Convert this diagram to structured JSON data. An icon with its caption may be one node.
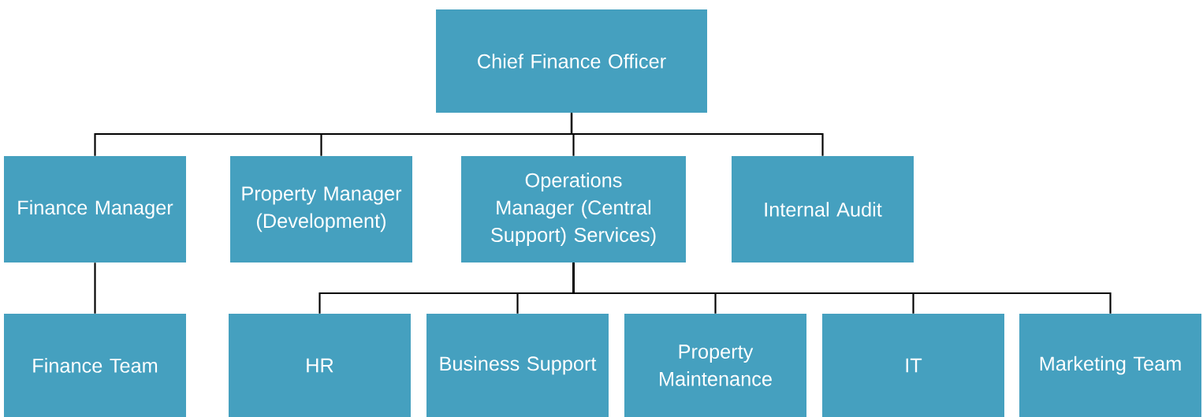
{
  "diagram": {
    "nodes": [
      {
        "text": [
          "Chief Finance Officer"
        ]
      },
      {
        "text": [
          "Finance Manager"
        ]
      },
      {
        "text": [
          "Property Manager (Development)"
        ]
      },
      {
        "text": [
          "Operations Manager (Central Support) Services)"
        ]
      },
      {
        "text": [
          "Internal Audit"
        ]
      },
      {
        "text": [
          "Finance Team"
        ]
      },
      {
        "text": [
          "HR"
        ]
      },
      {
        "text": [
          "Business Support"
        ]
      },
      {
        "text": [
          "Property Maintenance"
        ]
      },
      {
        "text": [
          "IT"
        ]
      },
      {
        "text": [
          "Marketing Team"
        ]
      }
    ],
    "edges": [
      {
        "from": 0,
        "to": 1,
        "arrow": "none"
      },
      {
        "from": 0,
        "to": 2,
        "arrow": "none"
      },
      {
        "from": 0,
        "to": 3,
        "arrow": "none"
      },
      {
        "from": 0,
        "to": 4,
        "arrow": "none"
      },
      {
        "from": 1,
        "to": 5,
        "arrow": "none"
      },
      {
        "from": 3,
        "to": 6,
        "arrow": "none"
      },
      {
        "from": 3,
        "to": 7,
        "arrow": "none"
      },
      {
        "from": 3,
        "to": 8,
        "arrow": "none"
      },
      {
        "from": 3,
        "to": 9,
        "arrow": "none"
      },
      {
        "from": 3,
        "to": 10,
        "arrow": "none"
      }
    ]
  }
}
